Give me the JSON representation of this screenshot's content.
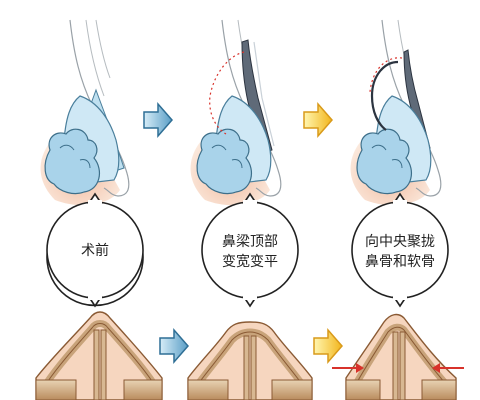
{
  "steps": [
    {
      "label_lines": [
        "术前"
      ]
    },
    {
      "label_lines": [
        "鼻梁顶部",
        "变宽变平"
      ]
    },
    {
      "label_lines": [
        "向中央聚拢",
        "鼻骨和软骨"
      ]
    }
  ],
  "colors": {
    "skin": "#f6d6bf",
    "skin_shade": "#eba98e",
    "cartilage": "#bfe0f0",
    "cartilage_edge": "#4a7f9c",
    "bone": "#c8a37a",
    "bone_dark": "#8a5a34",
    "bone_light": "#efe1c9",
    "arrow_blue": "#7bb8d8",
    "arrow_blue_edge": "#2f6f95",
    "arrow_yellow": "#f7d94a",
    "arrow_yellow_edge": "#d99a1a",
    "dotted_line": "#d8322b",
    "squeeze_arrow": "#d8322b"
  },
  "icons": {
    "step_arrow_1": "arrow-right-icon",
    "step_arrow_2": "arrow-right-icon",
    "squeeze_arrows": "arrow-inward-icon"
  }
}
